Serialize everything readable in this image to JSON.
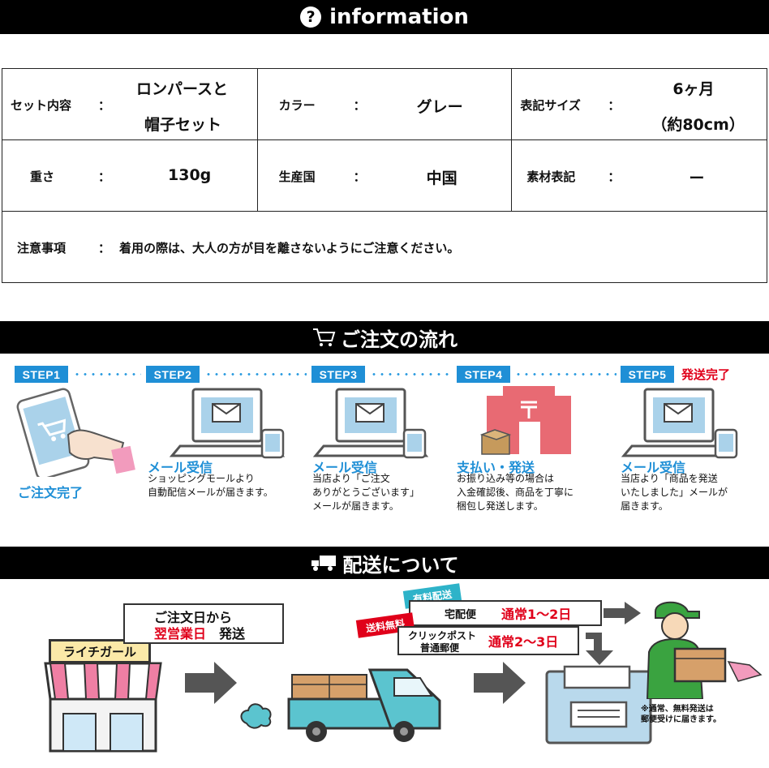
{
  "info_header": {
    "icon": "question-circle-icon",
    "title": "information"
  },
  "spec": {
    "row1": [
      {
        "label": "セット内容",
        "sep": "：",
        "value_line1": "ロンパースと",
        "value_line2": "帽子セット"
      },
      {
        "label": "カラー",
        "sep": "：",
        "value": "グレー"
      },
      {
        "label": "表記サイズ",
        "sep": "：",
        "value_line1": "6ヶ月",
        "value_line2": "（約80cm）"
      }
    ],
    "row2": [
      {
        "label": "重さ",
        "sep": "：",
        "value": "130g"
      },
      {
        "label": "生産国",
        "sep": "：",
        "value": "中国"
      },
      {
        "label": "素材表記",
        "sep": "：",
        "value": "ー"
      }
    ],
    "row3": {
      "label": "注意事項",
      "sep": "：",
      "value": "着用の際は、大人の方が目を離さないようにご注意ください。"
    }
  },
  "order_header": {
    "icon": "shopping-cart-icon",
    "title": "ご注文の流れ"
  },
  "steps": [
    {
      "badge": "STEP1",
      "title": "ご注文完了",
      "desc": ""
    },
    {
      "badge": "STEP2",
      "title": "メール受信",
      "desc": "ショッピングモールより\n自動配信メールが届きます。"
    },
    {
      "badge": "STEP3",
      "title": "メール受信",
      "desc": "当店より「ご注文\nありがとうございます」\nメールが届きます。"
    },
    {
      "badge": "STEP4",
      "title": "支払い・発送",
      "desc": "お振り込み等の場合は\n入金確認後、商品を丁寧に\n梱包し発送します。"
    },
    {
      "badge": "STEP5",
      "title": "メール受信",
      "desc": "当店より「商品を発送\nいたしました」メールが\n届きます。",
      "extra": "発送完了"
    }
  ],
  "shipping_header": {
    "icon": "delivery-truck-icon",
    "title": "配送について"
  },
  "shipping": {
    "shop_name": "ライチガール",
    "bubble_line1": "ご注文日から",
    "bubble_red": "翌営業日",
    "bubble_tail": "発送",
    "tag_paid": "有料配送",
    "tag_free": "送料無料",
    "paid_method": "宅配便",
    "paid_time": "通常1〜2日",
    "free_method_line1": "クリックポスト",
    "free_method_line2": "普通郵便",
    "free_time": "通常2〜3日",
    "note": "※通常、無料発送は\n郵便受けに届きます。"
  },
  "colors": {
    "accent": "#1f8fd6",
    "red": "#e0001a",
    "truck": "#5bc4cf",
    "shop_pink": "#ef7fa4",
    "post_red": "#e86a73"
  }
}
